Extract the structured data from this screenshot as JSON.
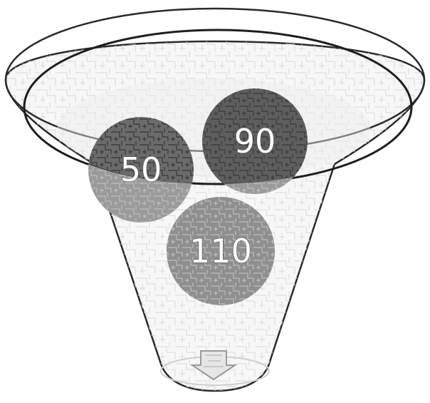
{
  "diagram": {
    "type": "funnel",
    "balls": [
      {
        "label": "50",
        "shade": "#6b6b6b",
        "lower_shade": "#9a9a9a"
      },
      {
        "label": "90",
        "shade": "#5e5e5e",
        "lower_shade": "#9a9a9a"
      },
      {
        "label": "110",
        "shade": "#8f8f8f",
        "lower_shade": "#8f8f8f"
      }
    ],
    "colors": {
      "outline": "#2a2a2a",
      "funnel_fill": "#f7f7f7",
      "texture": "#d6d6d6"
    },
    "icons": [
      "funnel-icon",
      "output-arrow-icon"
    ]
  }
}
